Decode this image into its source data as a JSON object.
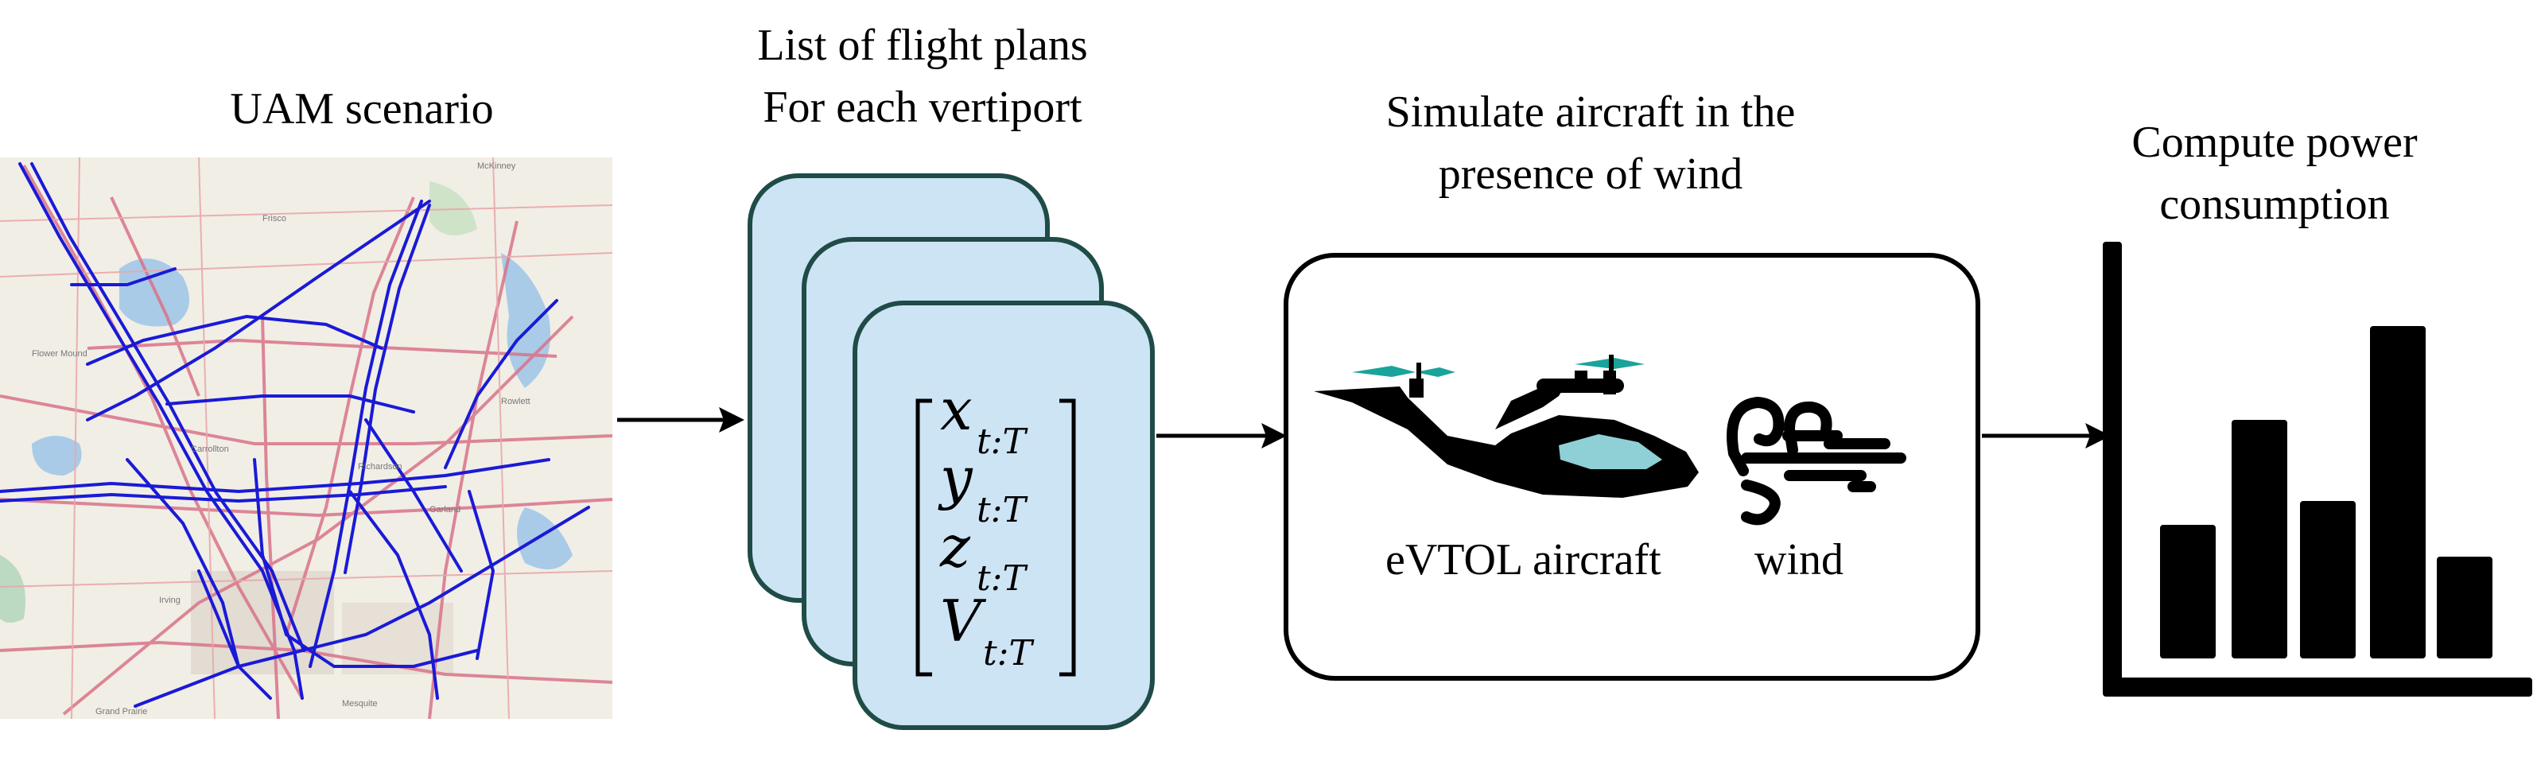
{
  "stages": {
    "scenario": {
      "title": "UAM scenario"
    },
    "flight_plans": {
      "title_line1": "List of flight plans",
      "title_line2": "For each vertiport",
      "variables": [
        {
          "symbol": "x",
          "subscript": "t:T"
        },
        {
          "symbol": "y",
          "subscript": "t:T"
        },
        {
          "symbol": "z",
          "subscript": "t:T"
        },
        {
          "symbol": "V",
          "subscript": "t:T"
        }
      ]
    },
    "simulation": {
      "title_line1": "Simulate aircraft in the",
      "title_line2": "presence of wind",
      "aircraft_label": "eVTOL aircraft",
      "wind_label": "wind"
    },
    "power": {
      "title_line1": "Compute power",
      "title_line2": "consumption"
    }
  },
  "colors": {
    "card_fill": "#cde4f5",
    "card_border": "#1f4c46",
    "route_blue": "#1a1ad6",
    "road_red": "#d9738a",
    "rotor_teal": "#1aa39a",
    "canopy": "#8fd0d6"
  }
}
